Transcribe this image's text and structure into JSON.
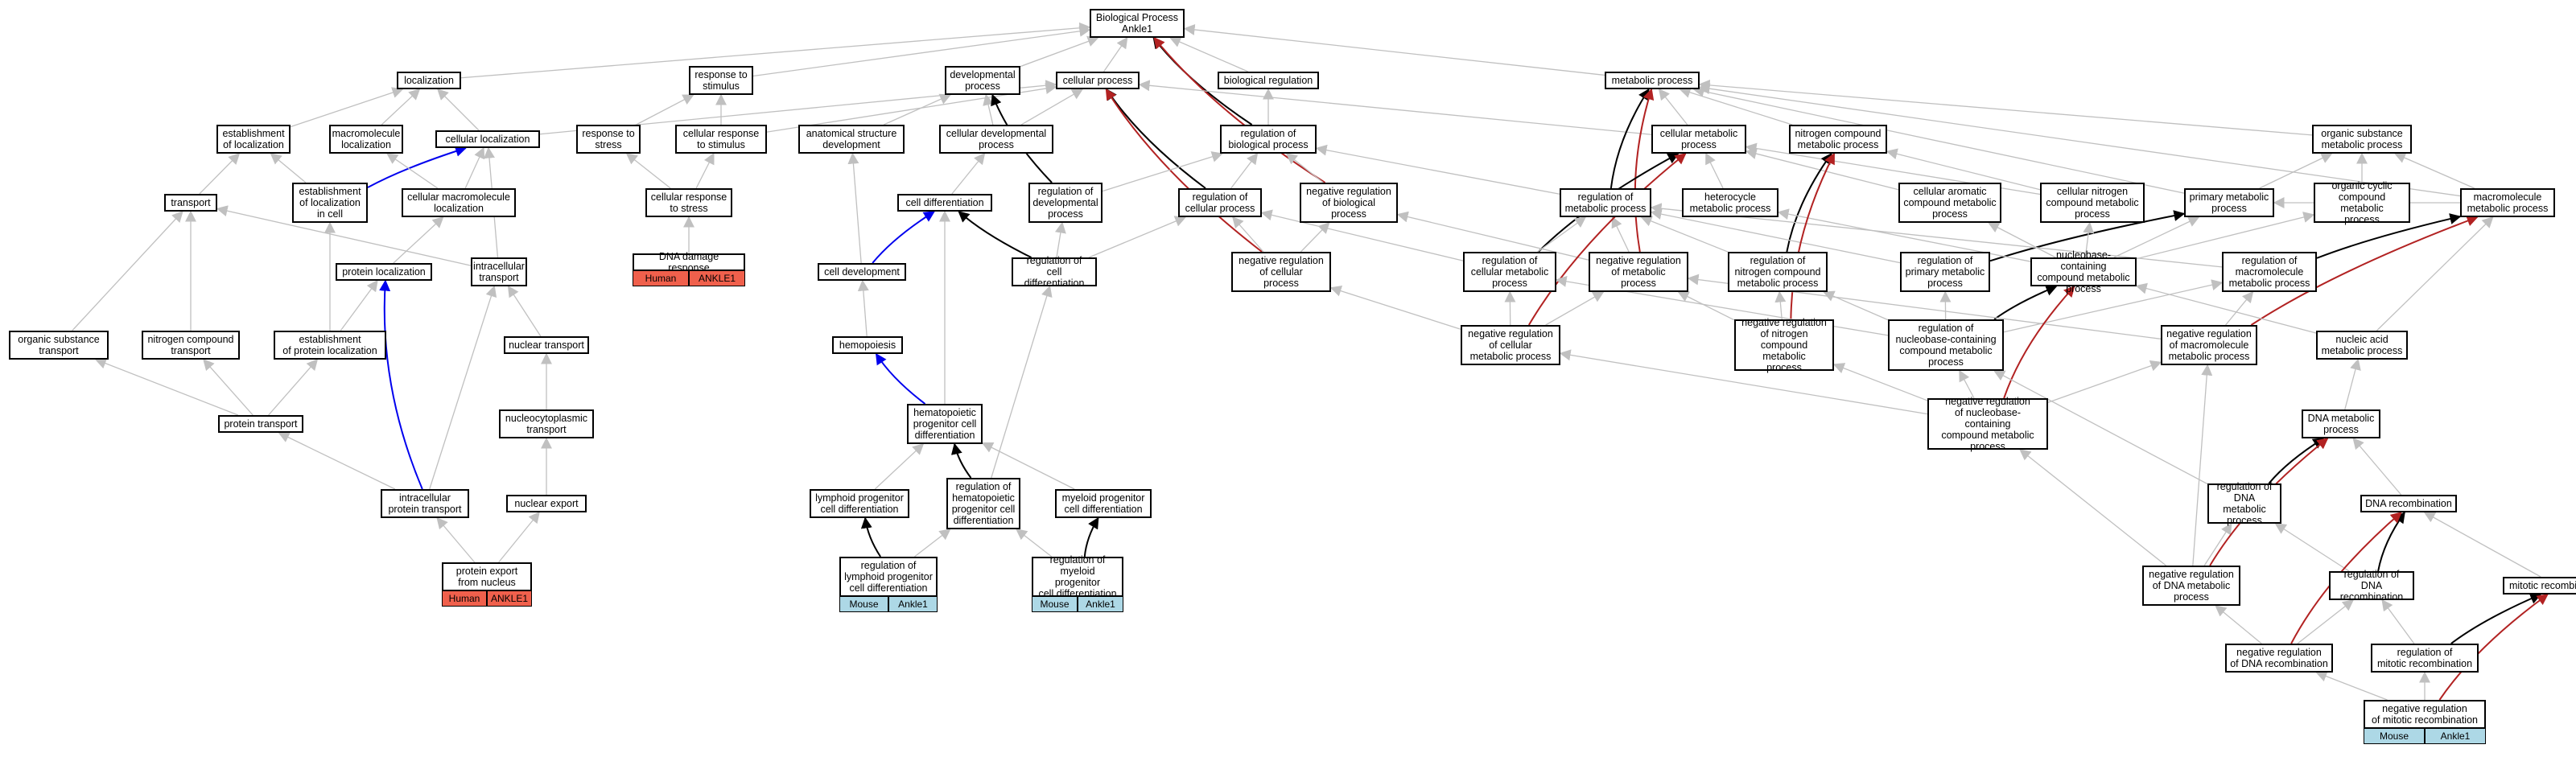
{
  "colors": {
    "gray": "#c0c0c0",
    "black": "#000000",
    "blue": "#0000ee",
    "red": "#b22222",
    "human": "#f0604c",
    "mouse": "#add8e6"
  },
  "nodes": [
    {
      "id": "bp",
      "label": "Biological Process\nAnkle1"
    },
    {
      "id": "loc",
      "label": "localization"
    },
    {
      "id": "rts",
      "label": "response to\nstimulus"
    },
    {
      "id": "dev",
      "label": "developmental\nprocess"
    },
    {
      "id": "cp",
      "label": "cellular process"
    },
    {
      "id": "breg",
      "label": "biological regulation"
    },
    {
      "id": "mp",
      "label": "metabolic process"
    },
    {
      "id": "eol",
      "label": "establishment\nof localization"
    },
    {
      "id": "mloc",
      "label": "macromolecule\nlocalization"
    },
    {
      "id": "cloc",
      "label": "cellular localization"
    },
    {
      "id": "rtstr",
      "label": "response to\nstress"
    },
    {
      "id": "crs",
      "label": "cellular response\nto stimulus"
    },
    {
      "id": "asd",
      "label": "anatomical structure\ndevelopment"
    },
    {
      "id": "cdp",
      "label": "cellular developmental\nprocess"
    },
    {
      "id": "robp",
      "label": "regulation of\nbiological process"
    },
    {
      "id": "cmp",
      "label": "cellular metabolic\nprocess"
    },
    {
      "id": "ncmp",
      "label": "nitrogen compound\nmetabolic process"
    },
    {
      "id": "osmp",
      "label": "organic substance\nmetabolic process"
    },
    {
      "id": "trn",
      "label": "transport"
    },
    {
      "id": "eolc",
      "label": "establishment\nof localization\nin cell"
    },
    {
      "id": "cmloc",
      "label": "cellular macromolecule\nlocalization"
    },
    {
      "id": "crstr",
      "label": "cellular response\nto stress"
    },
    {
      "id": "cdiff",
      "label": "cell differentiation"
    },
    {
      "id": "rdp",
      "label": "regulation of\ndevelopmental\nprocess"
    },
    {
      "id": "rocp",
      "label": "regulation of\ncellular process"
    },
    {
      "id": "nrbp",
      "label": "negative regulation\nof biological\nprocess"
    },
    {
      "id": "romp",
      "label": "regulation of\nmetabolic process"
    },
    {
      "id": "hmp",
      "label": "heterocycle\nmetabolic process"
    },
    {
      "id": "camp",
      "label": "cellular aromatic\ncompound metabolic\nprocess"
    },
    {
      "id": "cncmp",
      "label": "cellular nitrogen\ncompound metabolic\nprocess"
    },
    {
      "id": "pmp",
      "label": "primary metabolic\nprocess"
    },
    {
      "id": "occmp",
      "label": "organic cyclic\ncompound metabolic\nprocess"
    },
    {
      "id": "macmp",
      "label": "macromolecule\nmetabolic process"
    },
    {
      "id": "ploc",
      "label": "protein localization"
    },
    {
      "id": "ict",
      "label": "intracellular\ntransport"
    },
    {
      "id": "ddr",
      "label": "DNA damage response"
    },
    {
      "id": "celldev",
      "label": "cell development"
    },
    {
      "id": "rcdiff",
      "label": "regulation of\ncell differentiation"
    },
    {
      "id": "nrcp",
      "label": "negative regulation\nof cellular\nprocess"
    },
    {
      "id": "rcmp",
      "label": "regulation of\ncellular metabolic\nprocess"
    },
    {
      "id": "nrmp",
      "label": "negative regulation\nof metabolic\nprocess"
    },
    {
      "id": "rncmp",
      "label": "regulation of\nnitrogen compound\nmetabolic process"
    },
    {
      "id": "rpmp",
      "label": "regulation of\nprimary metabolic\nprocess"
    },
    {
      "id": "nbcmp",
      "label": "nucleobase-containing\ncompound metabolic\nprocess"
    },
    {
      "id": "rmacmp",
      "label": "regulation of\nmacromolecule\nmetabolic process"
    },
    {
      "id": "ost",
      "label": "organic substance\ntransport"
    },
    {
      "id": "nct",
      "label": "nitrogen compound\ntransport"
    },
    {
      "id": "eopl",
      "label": "establishment\nof protein localization"
    },
    {
      "id": "nuct",
      "label": "nuclear transport"
    },
    {
      "id": "nrcmp",
      "label": "negative regulation\nof cellular\nmetabolic process"
    },
    {
      "id": "nrncmp",
      "label": "negative regulation\nof nitrogen\ncompound metabolic\nprocess"
    },
    {
      "id": "rnbcmp",
      "label": "regulation of\nnucleobase-containing\ncompound metabolic\nprocess"
    },
    {
      "id": "nrmacmp",
      "label": "negative regulation\nof macromolecule\nmetabolic process"
    },
    {
      "id": "namp",
      "label": "nucleic acid\nmetabolic process"
    },
    {
      "id": "hemo",
      "label": "hemopoiesis"
    },
    {
      "id": "ptrn",
      "label": "protein transport"
    },
    {
      "id": "ncyt",
      "label": "nucleocytoplasmic\ntransport"
    },
    {
      "id": "hpcd",
      "label": "hematopoietic\nprogenitor cell\ndifferentiation"
    },
    {
      "id": "nrnbcmp",
      "label": "negative regulation\nof nucleobase-containing\ncompound metabolic\nprocess"
    },
    {
      "id": "dnamp",
      "label": "DNA metabolic\nprocess"
    },
    {
      "id": "ipt",
      "label": "intracellular\nprotein transport"
    },
    {
      "id": "nexp",
      "label": "nuclear export"
    },
    {
      "id": "lpcd",
      "label": "lymphoid progenitor\ncell differentiation"
    },
    {
      "id": "rhpcd",
      "label": "regulation of\nhematopoietic\nprogenitor cell\ndifferentiation"
    },
    {
      "id": "mpcd",
      "label": "myeloid progenitor\ncell differentiation"
    },
    {
      "id": "rdnamp",
      "label": "regulation of\nDNA metabolic\nprocess"
    },
    {
      "id": "dnarec",
      "label": "DNA recombination"
    },
    {
      "id": "pen",
      "label": "protein export\nfrom nucleus"
    },
    {
      "id": "rlpcd",
      "label": "regulation of\nlymphoid progenitor\ncell differentiation"
    },
    {
      "id": "rmpcd",
      "label": "regulation of\nmyeloid progenitor\ncell differentiation"
    },
    {
      "id": "nrdnamp",
      "label": "negative regulation\nof DNA metabolic\nprocess"
    },
    {
      "id": "rdnarec",
      "label": "regulation of\nDNA recombination"
    },
    {
      "id": "mitrec",
      "label": "mitotic recombination"
    },
    {
      "id": "nrdnarec",
      "label": "negative regulation\nof DNA recombination"
    },
    {
      "id": "rmitrec",
      "label": "regulation of\nmitotic recombination"
    },
    {
      "id": "nrmitrec",
      "label": "negative regulation\nof mitotic recombination"
    }
  ],
  "annotations": [
    {
      "node": "ddr",
      "species": "Human",
      "gene": "ANKLE1",
      "color": "human"
    },
    {
      "node": "pen",
      "species": "Human",
      "gene": "ANKLE1",
      "color": "human"
    },
    {
      "node": "rlpcd",
      "species": "Mouse",
      "gene": "Ankle1",
      "color": "mouse"
    },
    {
      "node": "rmpcd",
      "species": "Mouse",
      "gene": "Ankle1",
      "color": "mouse"
    },
    {
      "node": "nrmitrec",
      "species": "Mouse",
      "gene": "Ankle1",
      "color": "mouse"
    }
  ],
  "edges": [
    [
      "loc",
      "bp",
      "gray"
    ],
    [
      "rts",
      "bp",
      "gray"
    ],
    [
      "dev",
      "bp",
      "gray"
    ],
    [
      "cp",
      "bp",
      "gray"
    ],
    [
      "breg",
      "bp",
      "gray"
    ],
    [
      "mp",
      "bp",
      "gray"
    ],
    [
      "robp",
      "bp",
      "black"
    ],
    [
      "nrbp",
      "bp",
      "red"
    ],
    [
      "eol",
      "loc",
      "gray"
    ],
    [
      "mloc",
      "loc",
      "gray"
    ],
    [
      "cloc",
      "loc",
      "gray"
    ],
    [
      "cloc",
      "cp",
      "gray"
    ],
    [
      "rtstr",
      "rts",
      "gray"
    ],
    [
      "crs",
      "rts",
      "gray"
    ],
    [
      "crs",
      "cp",
      "gray"
    ],
    [
      "asd",
      "dev",
      "gray"
    ],
    [
      "cdp",
      "dev",
      "gray"
    ],
    [
      "cdp",
      "cp",
      "gray"
    ],
    [
      "rdp",
      "dev",
      "black"
    ],
    [
      "robp",
      "breg",
      "gray"
    ],
    [
      "rocp",
      "cp",
      "black"
    ],
    [
      "nrcp",
      "cp",
      "red"
    ],
    [
      "cmp",
      "mp",
      "gray"
    ],
    [
      "cmp",
      "cp",
      "gray"
    ],
    [
      "ncmp",
      "mp",
      "gray"
    ],
    [
      "osmp",
      "mp",
      "gray"
    ],
    [
      "pmp",
      "mp",
      "gray"
    ],
    [
      "macmp",
      "mp",
      "gray"
    ],
    [
      "romp",
      "mp",
      "black"
    ],
    [
      "nrmp",
      "mp",
      "red"
    ],
    [
      "trn",
      "eol",
      "gray"
    ],
    [
      "eolc",
      "eol",
      "gray"
    ],
    [
      "eolc",
      "cloc",
      "blue"
    ],
    [
      "cmloc",
      "mloc",
      "gray"
    ],
    [
      "cmloc",
      "cloc",
      "gray"
    ],
    [
      "crstr",
      "rtstr",
      "gray"
    ],
    [
      "crstr",
      "crs",
      "gray"
    ],
    [
      "ddr",
      "crstr",
      "gray"
    ],
    [
      "cdiff",
      "cdp",
      "gray"
    ],
    [
      "rdp",
      "robp",
      "gray"
    ],
    [
      "rocp",
      "robp",
      "gray"
    ],
    [
      "nrbp",
      "robp",
      "gray"
    ],
    [
      "romp",
      "robp",
      "gray"
    ],
    [
      "rcmp",
      "cmp",
      "black"
    ],
    [
      "rcmp",
      "rocp",
      "gray"
    ],
    [
      "rcmp",
      "romp",
      "gray"
    ],
    [
      "hmp",
      "cmp",
      "gray"
    ],
    [
      "camp",
      "cmp",
      "gray"
    ],
    [
      "cncmp",
      "cmp",
      "gray"
    ],
    [
      "cncmp",
      "ncmp",
      "gray"
    ],
    [
      "pmp",
      "osmp",
      "gray"
    ],
    [
      "occmp",
      "osmp",
      "gray"
    ],
    [
      "macmp",
      "osmp",
      "gray"
    ],
    [
      "macmp",
      "pmp",
      "gray"
    ],
    [
      "ploc",
      "cmloc",
      "gray"
    ],
    [
      "ict",
      "trn",
      "gray"
    ],
    [
      "ict",
      "cloc",
      "gray"
    ],
    [
      "celldev",
      "asd",
      "gray"
    ],
    [
      "celldev",
      "cdiff",
      "blue"
    ],
    [
      "rcdiff",
      "cdiff",
      "black"
    ],
    [
      "rcdiff",
      "rdp",
      "gray"
    ],
    [
      "rcdiff",
      "rocp",
      "gray"
    ],
    [
      "nrcp",
      "rocp",
      "gray"
    ],
    [
      "nrcp",
      "nrbp",
      "gray"
    ],
    [
      "nrmp",
      "romp",
      "gray"
    ],
    [
      "nrmp",
      "nrbp",
      "gray"
    ],
    [
      "rncmp",
      "ncmp",
      "black"
    ],
    [
      "rncmp",
      "romp",
      "gray"
    ],
    [
      "rpmp",
      "pmp",
      "black"
    ],
    [
      "rpmp",
      "romp",
      "gray"
    ],
    [
      "nbcmp",
      "hmp",
      "gray"
    ],
    [
      "nbcmp",
      "camp",
      "gray"
    ],
    [
      "nbcmp",
      "cncmp",
      "gray"
    ],
    [
      "nbcmp",
      "occmp",
      "gray"
    ],
    [
      "nbcmp",
      "pmp",
      "gray"
    ],
    [
      "rmacmp",
      "macmp",
      "black"
    ],
    [
      "rmacmp",
      "romp",
      "gray"
    ],
    [
      "ost",
      "trn",
      "gray"
    ],
    [
      "nct",
      "trn",
      "gray"
    ],
    [
      "eopl",
      "ploc",
      "gray"
    ],
    [
      "eopl",
      "eolc",
      "gray"
    ],
    [
      "nuct",
      "ict",
      "gray"
    ],
    [
      "nrcmp",
      "rcmp",
      "gray"
    ],
    [
      "nrcmp",
      "nrmp",
      "gray"
    ],
    [
      "nrcmp",
      "nrcp",
      "gray"
    ],
    [
      "nrcmp",
      "cmp",
      "red"
    ],
    [
      "nrncmp",
      "rncmp",
      "gray"
    ],
    [
      "nrncmp",
      "nrmp",
      "gray"
    ],
    [
      "nrncmp",
      "ncmp",
      "red"
    ],
    [
      "rnbcmp",
      "nbcmp",
      "black"
    ],
    [
      "rnbcmp",
      "rcmp",
      "gray"
    ],
    [
      "rnbcmp",
      "rpmp",
      "gray"
    ],
    [
      "rnbcmp",
      "rncmp",
      "gray"
    ],
    [
      "rnbcmp",
      "rmacmp",
      "gray"
    ],
    [
      "nrmacmp",
      "rmacmp",
      "gray"
    ],
    [
      "nrmacmp",
      "nrmp",
      "gray"
    ],
    [
      "nrmacmp",
      "macmp",
      "red"
    ],
    [
      "namp",
      "nbcmp",
      "gray"
    ],
    [
      "namp",
      "macmp",
      "gray"
    ],
    [
      "hemo",
      "celldev",
      "gray"
    ],
    [
      "ptrn",
      "ost",
      "gray"
    ],
    [
      "ptrn",
      "nct",
      "gray"
    ],
    [
      "ptrn",
      "eopl",
      "gray"
    ],
    [
      "ncyt",
      "nuct",
      "gray"
    ],
    [
      "hpcd",
      "hemo",
      "blue"
    ],
    [
      "hpcd",
      "cdiff",
      "gray"
    ],
    [
      "nrnbcmp",
      "rnbcmp",
      "gray"
    ],
    [
      "nrnbcmp",
      "nrcmp",
      "gray"
    ],
    [
      "nrnbcmp",
      "nrncmp",
      "gray"
    ],
    [
      "nrnbcmp",
      "nrmacmp",
      "gray"
    ],
    [
      "nrnbcmp",
      "nbcmp",
      "red"
    ],
    [
      "dnamp",
      "namp",
      "gray"
    ],
    [
      "ipt",
      "ict",
      "gray"
    ],
    [
      "ipt",
      "ptrn",
      "gray"
    ],
    [
      "ipt",
      "ploc",
      "blue"
    ],
    [
      "nexp",
      "ncyt",
      "gray"
    ],
    [
      "lpcd",
      "hpcd",
      "gray"
    ],
    [
      "rhpcd",
      "hpcd",
      "black"
    ],
    [
      "rhpcd",
      "rcdiff",
      "gray"
    ],
    [
      "mpcd",
      "hpcd",
      "gray"
    ],
    [
      "rdnamp",
      "dnamp",
      "black"
    ],
    [
      "rdnamp",
      "rnbcmp",
      "gray"
    ],
    [
      "dnarec",
      "dnamp",
      "gray"
    ],
    [
      "pen",
      "ipt",
      "gray"
    ],
    [
      "pen",
      "nexp",
      "gray"
    ],
    [
      "rlpcd",
      "lpcd",
      "black"
    ],
    [
      "rlpcd",
      "rhpcd",
      "gray"
    ],
    [
      "rmpcd",
      "mpcd",
      "black"
    ],
    [
      "rmpcd",
      "rhpcd",
      "gray"
    ],
    [
      "nrdnamp",
      "rdnamp",
      "gray"
    ],
    [
      "nrdnamp",
      "nrnbcmp",
      "gray"
    ],
    [
      "nrdnamp",
      "dnamp",
      "red"
    ],
    [
      "nrdnamp",
      "nrmacmp",
      "gray"
    ],
    [
      "rdnarec",
      "dnarec",
      "black"
    ],
    [
      "rdnarec",
      "rdnamp",
      "gray"
    ],
    [
      "mitrec",
      "dnarec",
      "gray"
    ],
    [
      "nrdnarec",
      "rdnarec",
      "gray"
    ],
    [
      "nrdnarec",
      "nrdnamp",
      "gray"
    ],
    [
      "nrdnarec",
      "dnarec",
      "red"
    ],
    [
      "rmitrec",
      "mitrec",
      "black"
    ],
    [
      "rmitrec",
      "rdnarec",
      "gray"
    ],
    [
      "nrmitrec",
      "rmitrec",
      "gray"
    ],
    [
      "nrmitrec",
      "nrdnarec",
      "gray"
    ],
    [
      "nrmitrec",
      "mitrec",
      "red"
    ]
  ]
}
